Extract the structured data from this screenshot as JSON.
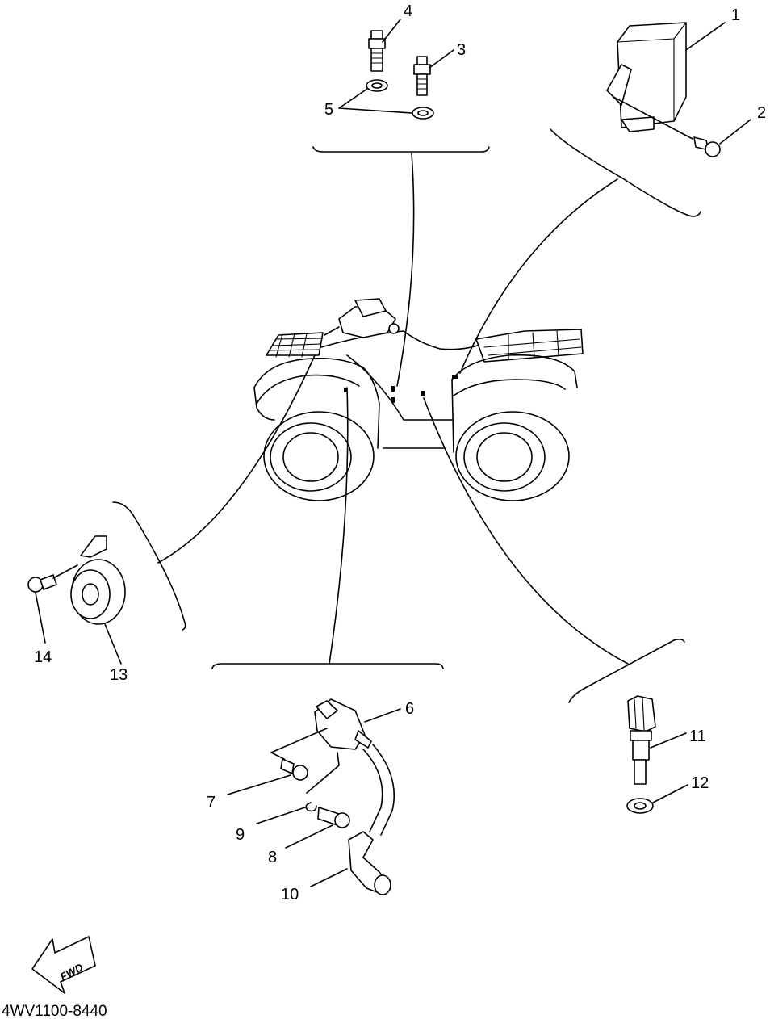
{
  "diagram": {
    "drawing_code": "4WV1100-8440",
    "fwd_label": "FWD",
    "callouts": [
      {
        "id": "1",
        "text": "1"
      },
      {
        "id": "2",
        "text": "2"
      },
      {
        "id": "3",
        "text": "3"
      },
      {
        "id": "4",
        "text": "4"
      },
      {
        "id": "5",
        "text": "5"
      },
      {
        "id": "6",
        "text": "6"
      },
      {
        "id": "7",
        "text": "7"
      },
      {
        "id": "8",
        "text": "8"
      },
      {
        "id": "9",
        "text": "9"
      },
      {
        "id": "10",
        "text": "10"
      },
      {
        "id": "11",
        "text": "11"
      },
      {
        "id": "12",
        "text": "12"
      },
      {
        "id": "13",
        "text": "13"
      },
      {
        "id": "14",
        "text": "14"
      }
    ]
  }
}
